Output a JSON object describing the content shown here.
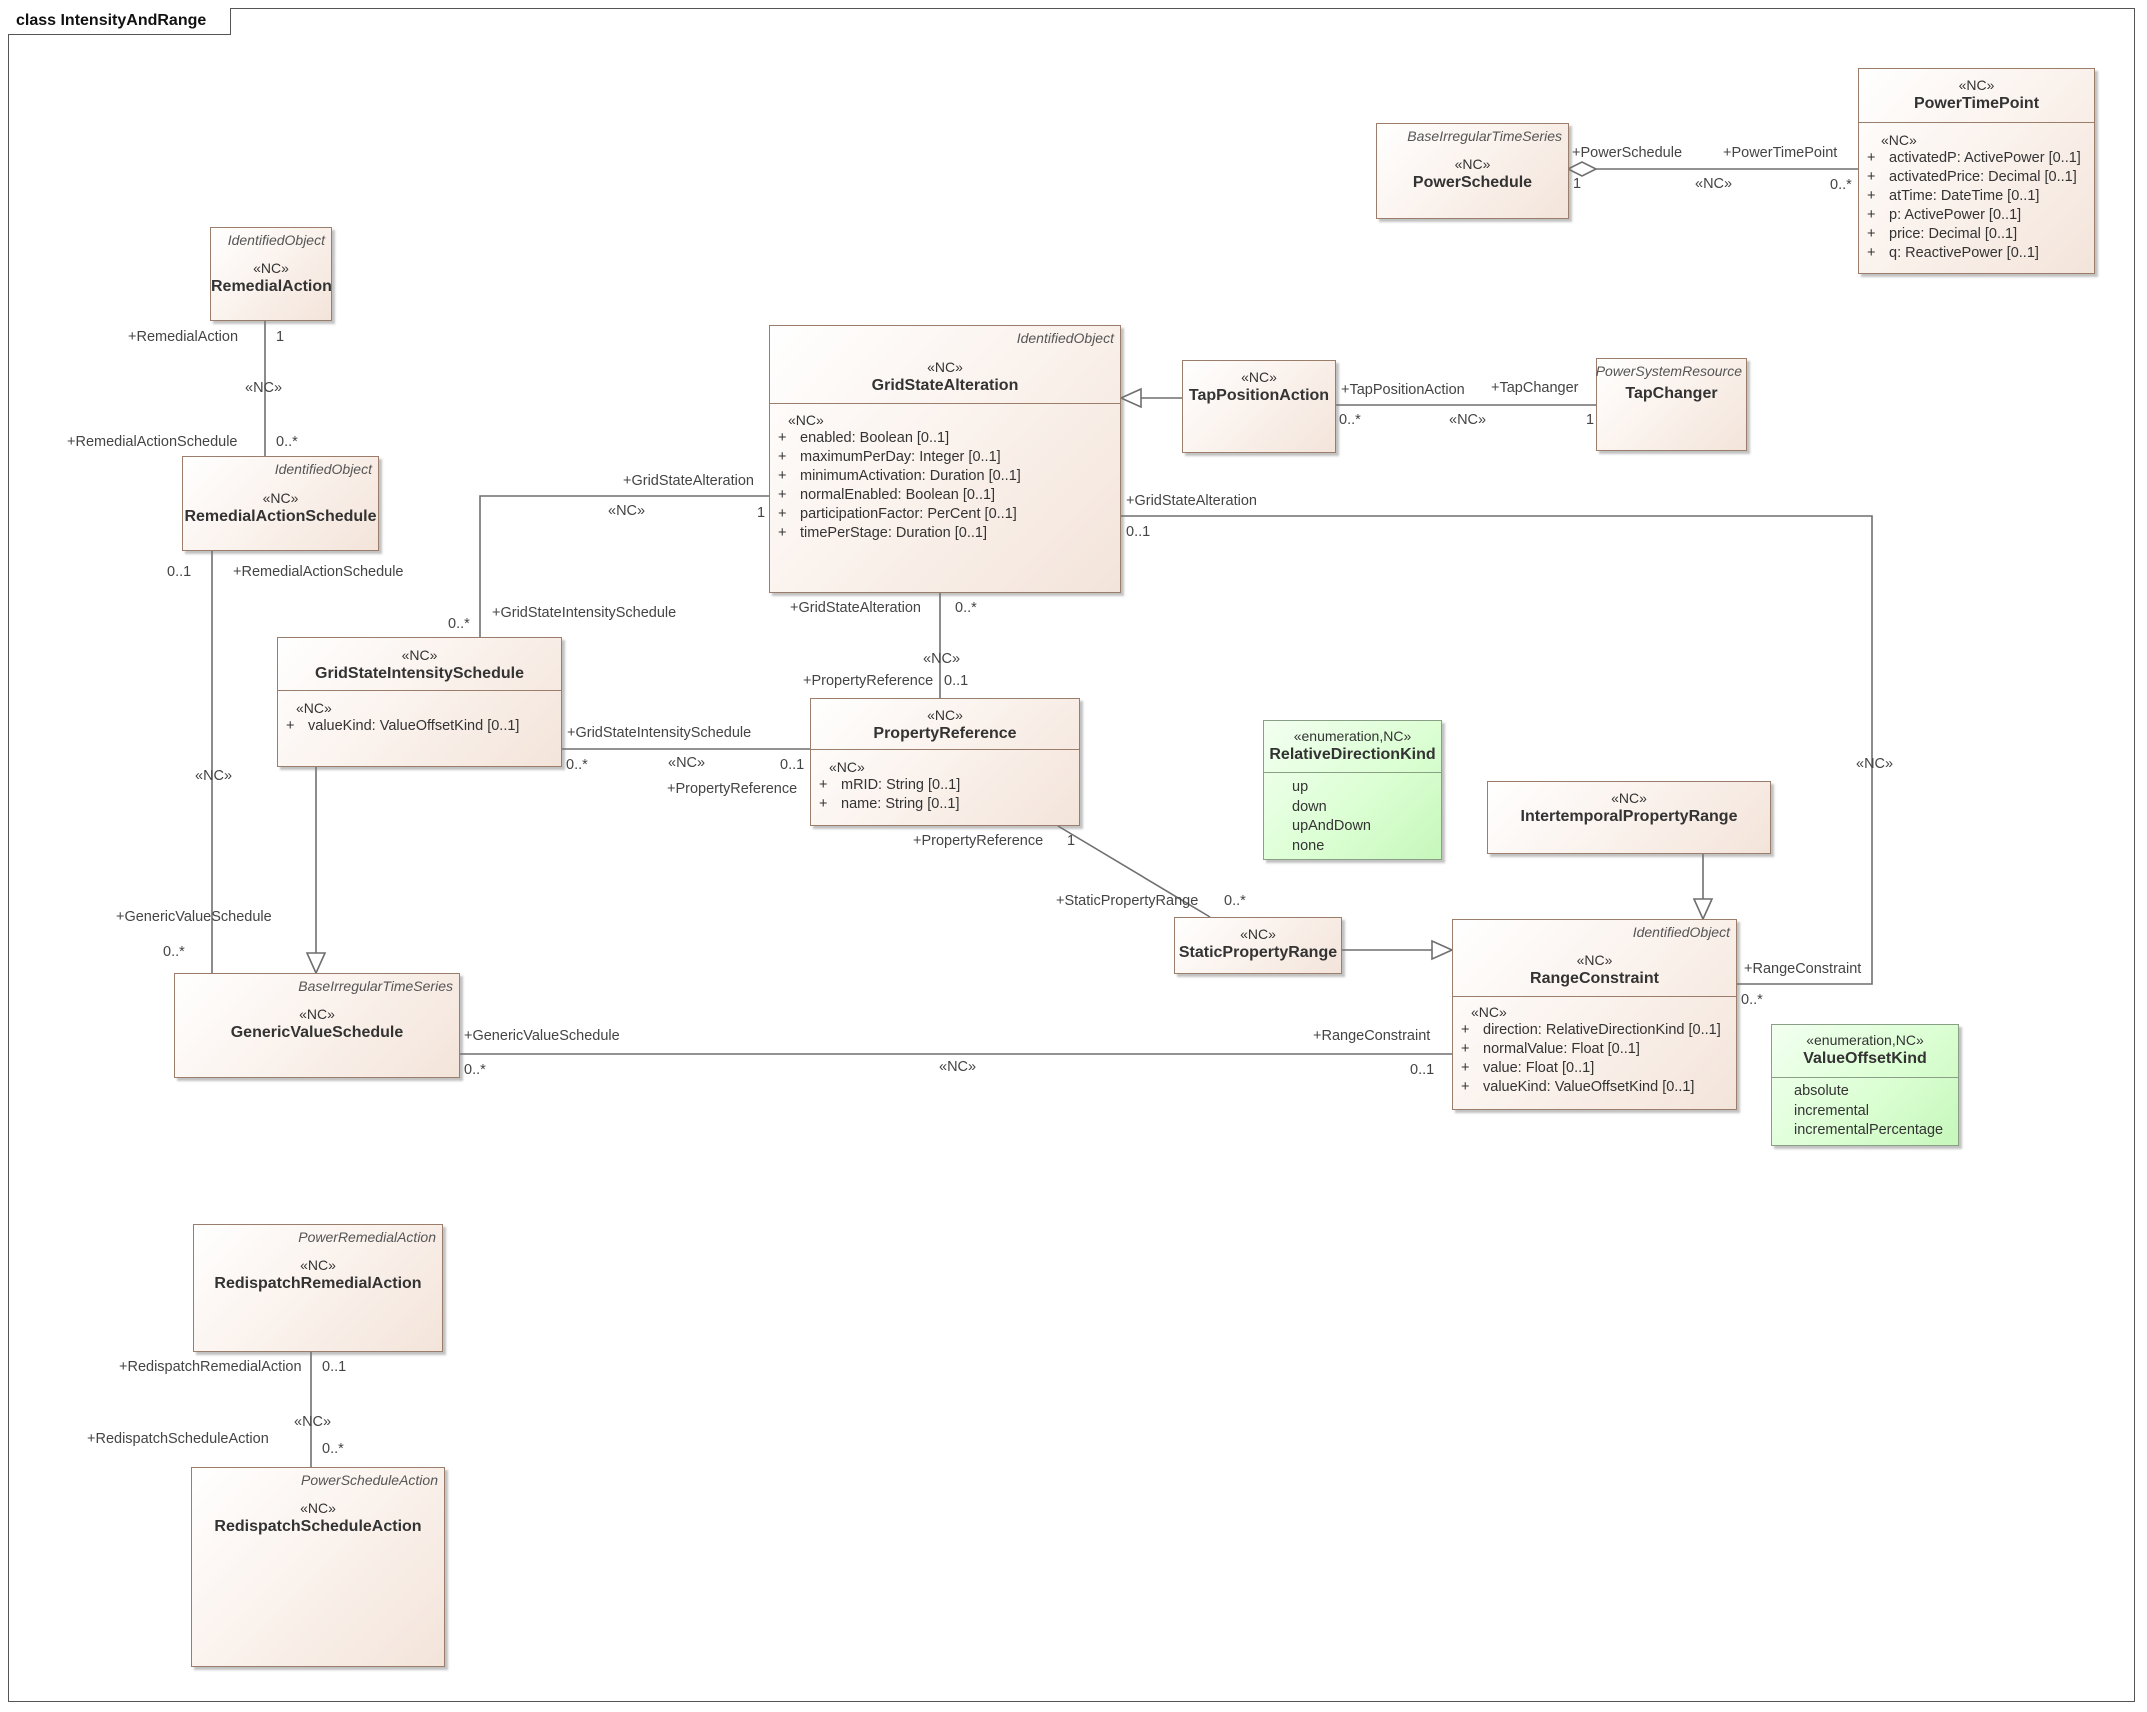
{
  "frame": {
    "label": "class IntensityAndRange"
  },
  "classes": {
    "power_schedule": {
      "parent": "BaseIrregularTimeSeries",
      "stereo": "«NC»",
      "name": "PowerSchedule"
    },
    "power_time_point": {
      "stereo": "«NC»",
      "name": "PowerTimePoint",
      "attr_stereo": "«NC»",
      "attrs": [
        {
          "vis": "+",
          "text": "activatedP: ActivePower [0..1]"
        },
        {
          "vis": "+",
          "text": "activatedPrice: Decimal [0..1]"
        },
        {
          "vis": "+",
          "text": "atTime: DateTime [0..1]"
        },
        {
          "vis": "+",
          "text": "p: ActivePower [0..1]"
        },
        {
          "vis": "+",
          "text": "price: Decimal [0..1]"
        },
        {
          "vis": "+",
          "text": "q: ReactivePower [0..1]"
        }
      ]
    },
    "remedial_action": {
      "parent": "IdentifiedObject",
      "stereo": "«NC»",
      "name": "RemedialAction"
    },
    "remedial_action_schedule": {
      "parent": "IdentifiedObject",
      "stereo": "«NC»",
      "name": "RemedialActionSchedule"
    },
    "grid_state_alteration": {
      "parent": "IdentifiedObject",
      "stereo": "«NC»",
      "name": "GridStateAlteration",
      "attr_stereo": "«NC»",
      "attrs": [
        {
          "vis": "+",
          "text": "enabled: Boolean [0..1]"
        },
        {
          "vis": "+",
          "text": "maximumPerDay: Integer [0..1]"
        },
        {
          "vis": "+",
          "text": "minimumActivation: Duration [0..1]"
        },
        {
          "vis": "+",
          "text": "normalEnabled: Boolean [0..1]"
        },
        {
          "vis": "+",
          "text": "participationFactor: PerCent [0..1]"
        },
        {
          "vis": "+",
          "text": "timePerStage: Duration [0..1]"
        }
      ]
    },
    "tap_position_action": {
      "stereo": "«NC»",
      "name": "TapPositionAction"
    },
    "tap_changer": {
      "parent": "PowerSystemResource",
      "name": "TapChanger"
    },
    "grid_state_intensity_schedule": {
      "stereo": "«NC»",
      "name": "GridStateIntensitySchedule",
      "attr_stereo": "«NC»",
      "attrs": [
        {
          "vis": "+",
          "text": "valueKind: ValueOffsetKind [0..1]"
        }
      ]
    },
    "property_reference": {
      "stereo": "«NC»",
      "name": "PropertyReference",
      "attr_stereo": "«NC»",
      "attrs": [
        {
          "vis": "+",
          "text": "mRID: String [0..1]"
        },
        {
          "vis": "+",
          "text": "name: String [0..1]"
        }
      ]
    },
    "relative_direction_kind": {
      "stereo": "«enumeration,NC»",
      "name": "RelativeDirectionKind",
      "literals": [
        "up",
        "down",
        "upAndDown",
        "none"
      ]
    },
    "intertemporal_property_range": {
      "stereo": "«NC»",
      "name": "IntertemporalPropertyRange"
    },
    "static_property_range": {
      "stereo": "«NC»",
      "name": "StaticPropertyRange"
    },
    "range_constraint": {
      "parent": "IdentifiedObject",
      "stereo": "«NC»",
      "name": "RangeConstraint",
      "attr_stereo": "«NC»",
      "attrs": [
        {
          "vis": "+",
          "text": "direction: RelativeDirectionKind [0..1]"
        },
        {
          "vis": "+",
          "text": "normalValue: Float [0..1]"
        },
        {
          "vis": "+",
          "text": "value: Float [0..1]"
        },
        {
          "vis": "+",
          "text": "valueKind: ValueOffsetKind [0..1]"
        }
      ]
    },
    "value_offset_kind": {
      "stereo": "«enumeration,NC»",
      "name": "ValueOffsetKind",
      "literals": [
        "absolute",
        "incremental",
        "incrementalPercentage"
      ]
    },
    "generic_value_schedule": {
      "parent": "BaseIrregularTimeSeries",
      "stereo": "«NC»",
      "name": "GenericValueSchedule"
    },
    "redispatch_remedial_action": {
      "parent": "PowerRemedialAction",
      "stereo": "«NC»",
      "name": "RedispatchRemedialAction"
    },
    "redispatch_schedule_action": {
      "parent": "PowerScheduleAction",
      "stereo": "«NC»",
      "name": "RedispatchScheduleAction"
    }
  },
  "labels": {
    "ps_role": "+PowerSchedule",
    "ps_mult": "1",
    "ptp_role": "+PowerTimePoint",
    "ptp_mult": "0..*",
    "ps_stereo": "«NC»",
    "ra_role": "+RemedialAction",
    "ra_mult": "1",
    "ra_stereo": "«NC»",
    "ras_role": "+RemedialActionSchedule",
    "ras_mult": "0..*",
    "ras2_mult": "0..1",
    "ras2_role": "+RemedialActionSchedule",
    "ras2_stereo": "«NC»",
    "gvs_role_left": "+GenericValueSchedule",
    "gvs_mult_left": "0..*",
    "gsa_role_top": "+GridStateAlteration",
    "gsa_stereo_top": "«NC»",
    "gsa_mult_top": "1",
    "gsis_mult_top": "0..*",
    "gsis_role_top": "+GridStateIntensitySchedule",
    "tpa_role": "+TapPositionAction",
    "tpa_mult": "0..*",
    "tc_role": "+TapChanger",
    "tc_mult": "1",
    "tpa_stereo": "«NC»",
    "gsa_role_right": "+GridStateAlteration",
    "gsa_mult_right": "0..1",
    "rc_stereo_right": "«NC»",
    "rc_role_right": "+RangeConstraint",
    "rc_mult_right": "0..*",
    "gsa_role_bottom": "+GridStateAlteration",
    "gsa_mult_bottom": "0..*",
    "pr_stereo_top": "«NC»",
    "pr_role_top": "+PropertyReference",
    "pr_mult_top": "0..1",
    "gsis_role_mid": "+GridStateIntensitySchedule",
    "gsis_mult_mid": "0..*",
    "gsis_stereo_mid": "«NC»",
    "pr_mult_mid": "0..1",
    "pr_role_mid": "+PropertyReference",
    "pr_role_bottom": "+PropertyReference",
    "pr_mult_bottom": "1",
    "spr_role": "+StaticPropertyRange",
    "spr_mult": "0..*",
    "gvs_role_bottom": "+GenericValueSchedule",
    "gvs_mult_bottom": "0..*",
    "gvs_stereo_bottom": "«NC»",
    "rc_role_bottom": "+RangeConstraint",
    "rc_mult_bottom": "0..1",
    "rra_role": "+RedispatchRemedialAction",
    "rra_mult": "0..1",
    "rra_stereo": "«NC»",
    "rsa_role": "+RedispatchScheduleAction",
    "rsa_mult": "0..*"
  }
}
